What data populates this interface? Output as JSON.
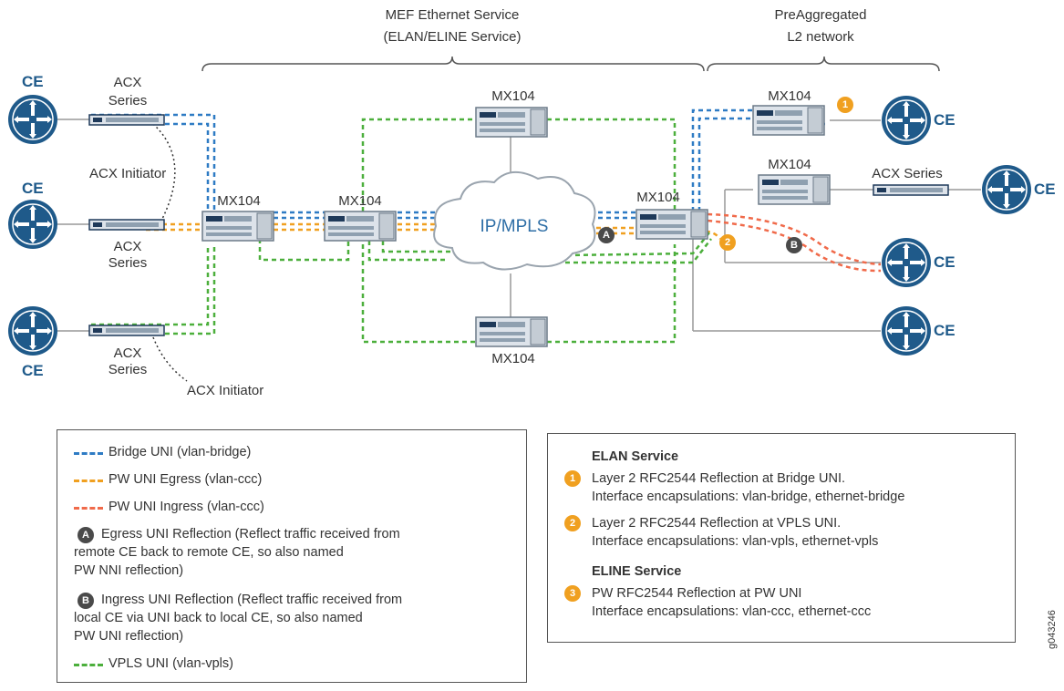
{
  "diagram": {
    "headers": {
      "mef_line1": "MEF Ethernet Service",
      "mef_line2": "(ELAN/ELINE Service)",
      "preagg_line1": "PreAggregated",
      "preagg_line2": "L2 network"
    },
    "cloud_label": "IP/MPLS",
    "ce_label": "CE",
    "acx_line1": "ACX",
    "acx_line2": "Series",
    "acx_series": "ACX Series",
    "acx_initiator": "ACX Initiator",
    "mx104": "MX104",
    "badges": {
      "a": "A",
      "b": "B",
      "one": "1",
      "two": "2",
      "three": "3"
    },
    "figure_id": "g043246",
    "colors": {
      "blue": "#2e7bc4",
      "orange": "#f0a020",
      "red": "#f06a4a",
      "green": "#4caf3c",
      "ce_fill": "#1f5a8a",
      "device_fill": "#dde3ea",
      "line": "#999999"
    }
  },
  "legend_left": [
    {
      "color": "#2e7bc4",
      "text": "Bridge UNI (vlan-bridge)"
    },
    {
      "color": "#f0a020",
      "text": "PW UNI Egress (vlan-ccc)"
    },
    {
      "color": "#f06a4a",
      "text": "PW UNI Ingress (vlan-ccc)"
    },
    {
      "badge": "A",
      "lines": [
        "Egress UNI Reflection (Reflect traffic received from",
        "remote CE back to remote CE, so also named",
        "PW NNI reflection)"
      ]
    },
    {
      "badge": "B",
      "lines": [
        "Ingress UNI Reflection (Reflect traffic received from",
        "local CE via UNI back to local CE, so also named",
        "PW UNI reflection)"
      ]
    },
    {
      "color": "#4caf3c",
      "text": "VPLS UNI (vlan-vpls)"
    }
  ],
  "legend_right": {
    "elan_title": "ELAN Service",
    "item1_line1": "Layer 2 RFC2544 Reflection at Bridge UNI.",
    "item1_line2": "Interface encapsulations: vlan-bridge, ethernet-bridge",
    "item2_line1": "Layer 2 RFC2544 Reflection at VPLS UNI.",
    "item2_line2": "Interface encapsulations: vlan-vpls, ethernet-vpls",
    "eline_title": "ELINE Service",
    "item3_line1": "PW RFC2544 Reflection at PW UNI",
    "item3_line2": "Interface encapsulations: vlan-ccc, ethernet-ccc"
  }
}
